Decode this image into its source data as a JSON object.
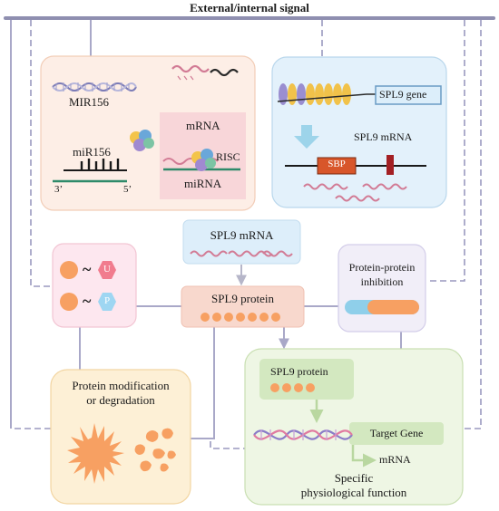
{
  "title": "External/internal signal",
  "mirna_panel": {
    "mir156_gene": "MIR156",
    "mir156_mature": "miR156",
    "prime3": "3’",
    "prime5": "5’",
    "mrna": "mRNA",
    "risc": "RISC",
    "mirna": "miRNA"
  },
  "spl9_gene_panel": {
    "gene_label": "SPL9 gene",
    "mrna_label": "SPL9 mRNA",
    "sbp_label": "SBP"
  },
  "central": {
    "mrna_label": "SPL9 mRNA",
    "protein_label": "SPL9 protein"
  },
  "modification": {
    "u_label": "U",
    "p_label": "P",
    "tilde": "~"
  },
  "ppi": {
    "label_line1": "Protein-protein",
    "label_line2": "inhibition"
  },
  "degradation": {
    "label_line1": "Protein modification",
    "label_line2": "or degradation"
  },
  "function_panel": {
    "protein_label": "SPL9 protein",
    "target_gene": "Target Gene",
    "mrna_label": "mRNA",
    "caption_line1": "Specific",
    "caption_line2": "physiological function"
  },
  "colors": {
    "connector": "#a9a8c8",
    "pink_panel": "#fdeee6",
    "blue_panel": "#e3f1fb",
    "orange_dot": "#f7a062",
    "green_panel": "#eef6e4",
    "yellow_panel": "#fdf0d6",
    "sbp_box": "#d8562a",
    "dark_red": "#a32024"
  }
}
